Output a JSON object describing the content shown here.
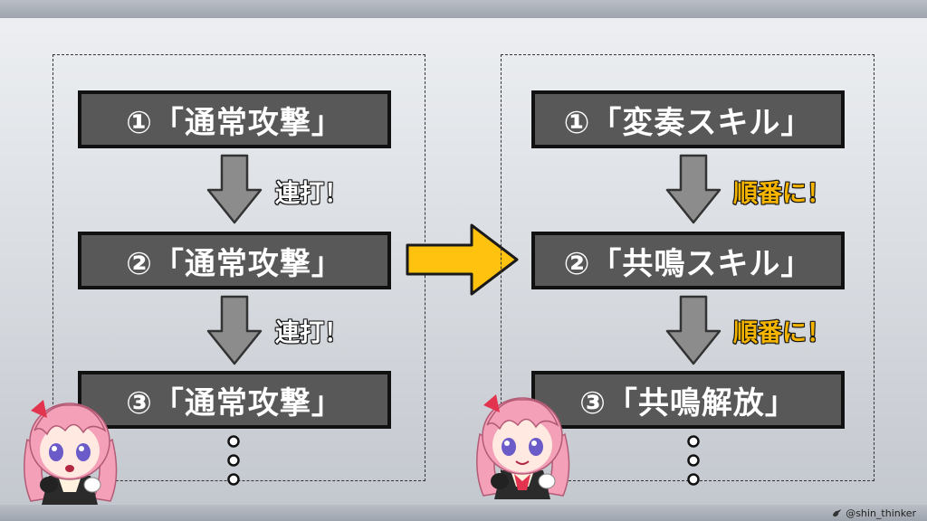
{
  "left_column": {
    "steps": [
      "①「通常攻撃」",
      "②「通常攻撃」",
      "③「通常攻撃」"
    ],
    "notes": [
      "連打！",
      "連打！"
    ]
  },
  "right_column": {
    "steps": [
      "①「変奏スキル」",
      "②「共鳴スキル」",
      "③「共鳴解放」"
    ],
    "notes": [
      "順番に！",
      "順番に！"
    ]
  },
  "credit": {
    "handle": "@shin_thinker",
    "icon": "bird-icon"
  },
  "colors": {
    "step_box": "#585858",
    "arrow_gray": "#8c8c8c",
    "big_arrow": "#ffc20e",
    "accent_text": "#f4b400",
    "mascot_hair": "#f3a0b8"
  }
}
